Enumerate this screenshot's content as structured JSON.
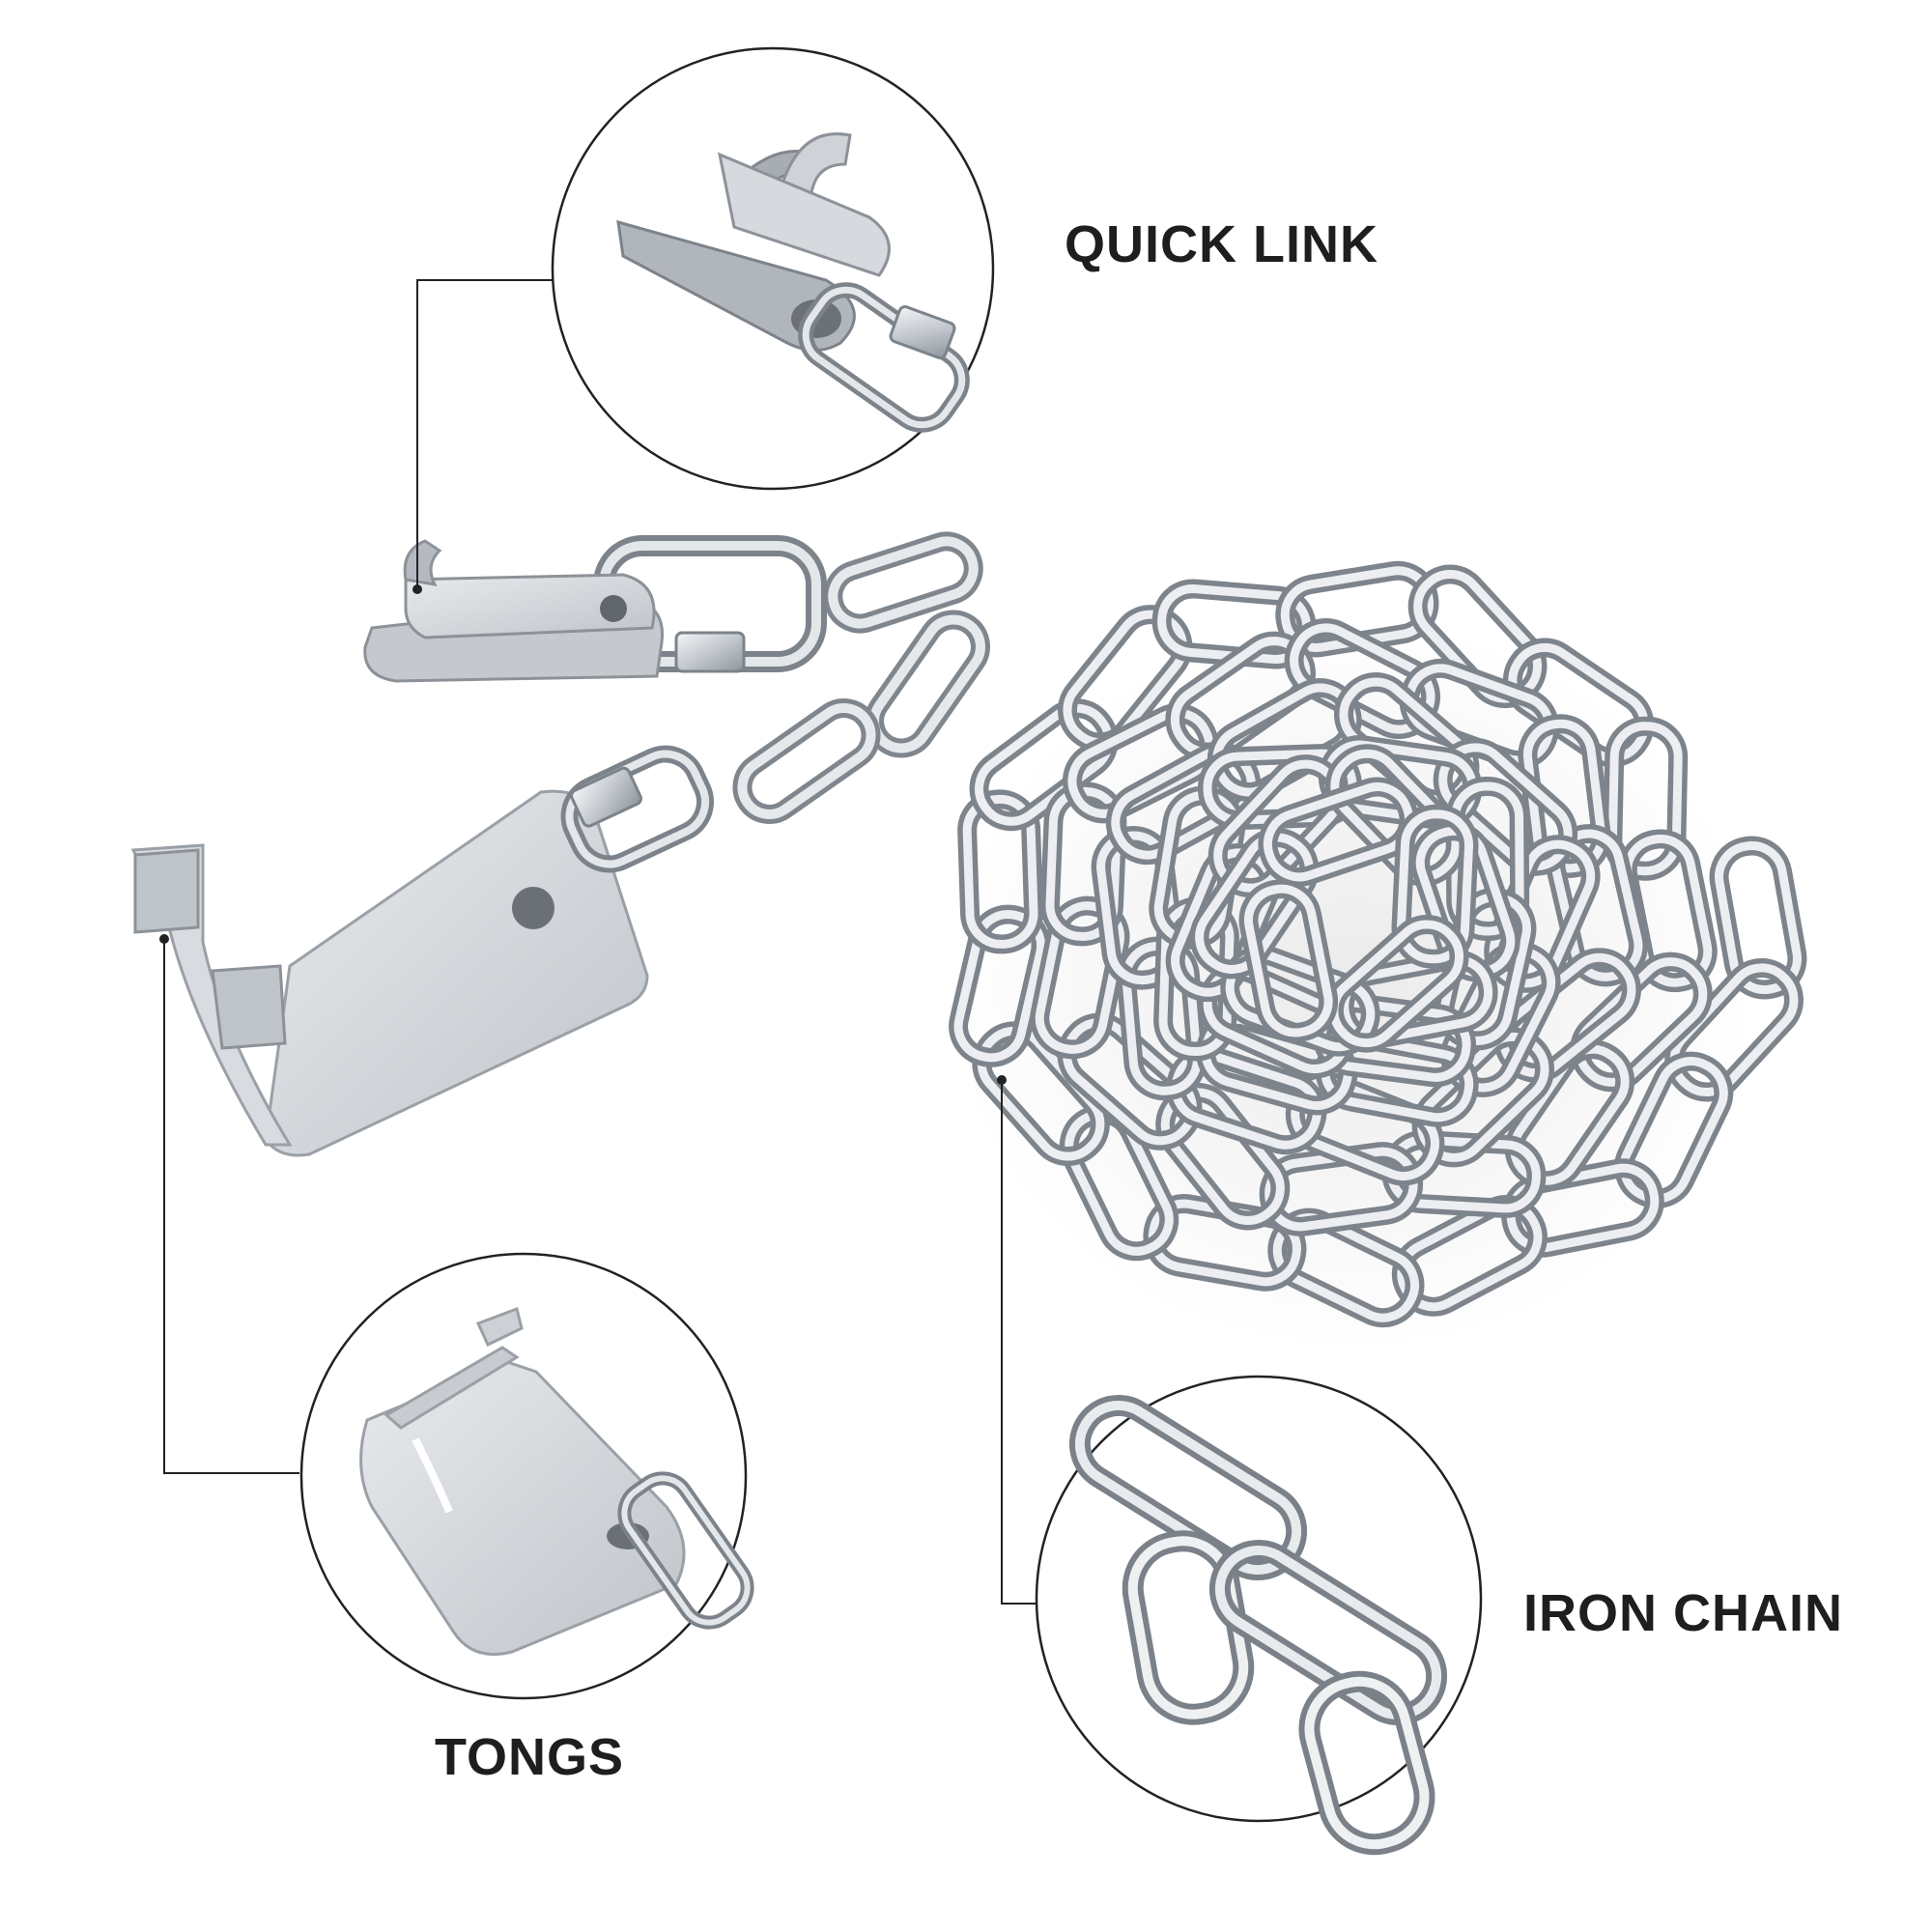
{
  "labels": {
    "quick_link": "QUICK LINK",
    "tongs": "TONGS",
    "iron_chain": "IRON CHAIN"
  },
  "colors": {
    "background": "#ffffff",
    "metal_light": "#e2e5e9",
    "metal_mid": "#b9bec4",
    "metal_dark": "#878d94",
    "callout_line": "#222222",
    "label_text": "#1e1e1e"
  }
}
